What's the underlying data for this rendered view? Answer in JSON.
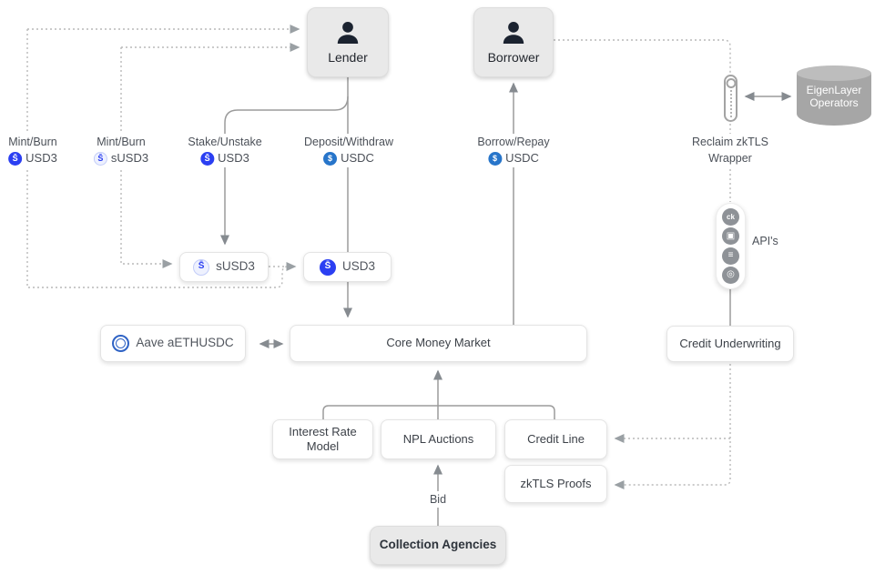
{
  "actors": {
    "lender": "Lender",
    "borrower": "Borrower"
  },
  "nodes": {
    "susd3": "sUSD3",
    "usd3": "USD3",
    "aave": "Aave aETHUSDC",
    "core_money_market": "Core Money Market",
    "credit_underwriting": "Credit Underwriting",
    "interest_rate_model": "Interest Rate Model",
    "npl_auctions": "NPL Auctions",
    "credit_line": "Credit Line",
    "zktls_proofs": "zkTLS Proofs",
    "collection_agencies": "Collection Agencies",
    "eigenlayer_line1": "EigenLayer",
    "eigenlayer_line2": "Operators"
  },
  "edges": {
    "mint_burn_usd3": {
      "action": "Mint/Burn",
      "token": "USD3"
    },
    "mint_burn_susd3": {
      "action": "Mint/Burn",
      "token": "sUSD3"
    },
    "stake_unstake": {
      "action": "Stake/Unstake",
      "token": "USD3"
    },
    "deposit_withdraw": {
      "action": "Deposit/Withdraw",
      "token": "USDC"
    },
    "borrow_repay": {
      "action": "Borrow/Repay",
      "token": "USDC"
    },
    "reclaim_line1": "Reclaim zkTLS",
    "reclaim_line2": "Wrapper",
    "apis_label": "API's",
    "bid_label": "Bid"
  },
  "coins": {
    "usd3_glyph": "S̄",
    "susd3_glyph": "S̄",
    "usdc_glyph": "$"
  },
  "api_icons": [
    {
      "glyph": "ck"
    },
    {
      "glyph": "▣"
    },
    {
      "glyph": "≡"
    },
    {
      "glyph": "◎"
    }
  ],
  "colors": {
    "usd3_blue": "#2b3ff2",
    "usdc_blue": "#2775ca",
    "aave_blue": "#2f63c5",
    "gray_node": "#e9e9e9",
    "solid_line": "#9b9b9b",
    "dotted_line": "#b9b9b9"
  }
}
